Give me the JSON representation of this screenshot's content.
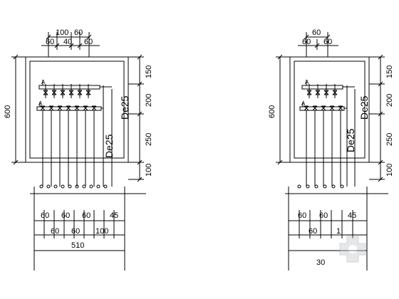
{
  "left_panel": {
    "top_dims": {
      "overall": "100",
      "right": "60",
      "left": "60",
      "middle": "40",
      "right2": "60"
    },
    "height_label": "600",
    "right_dims": [
      "150",
      "200",
      "250",
      "100"
    ],
    "pipe_labels": [
      "De25",
      "De25"
    ],
    "marker_labels": [
      "A",
      "A"
    ],
    "bottom_dims_row1": [
      "60",
      "60",
      "60",
      "45"
    ],
    "bottom_dims_row2": [
      "60",
      "60",
      "100"
    ],
    "bottom_total": "510",
    "valve_count": 6,
    "lower_valve_count": 7,
    "outlet_count": 10
  },
  "right_panel": {
    "top_dims": {
      "overall": "60",
      "left": "60",
      "right": "60"
    },
    "height_label": "600",
    "right_dims": [
      "150",
      "200",
      "250",
      "100"
    ],
    "pipe_labels": [
      "De25",
      "De25"
    ],
    "marker_labels": [
      "A",
      "A"
    ],
    "bottom_dims_row1": [
      "60",
      "60",
      "45"
    ],
    "bottom_dims_row2": [
      "60",
      "1"
    ],
    "bottom_total": "30",
    "valve_count": 4,
    "lower_valve_count": 5,
    "outlet_count": 6
  },
  "watermark_icon": "gear-puzzle-logo"
}
